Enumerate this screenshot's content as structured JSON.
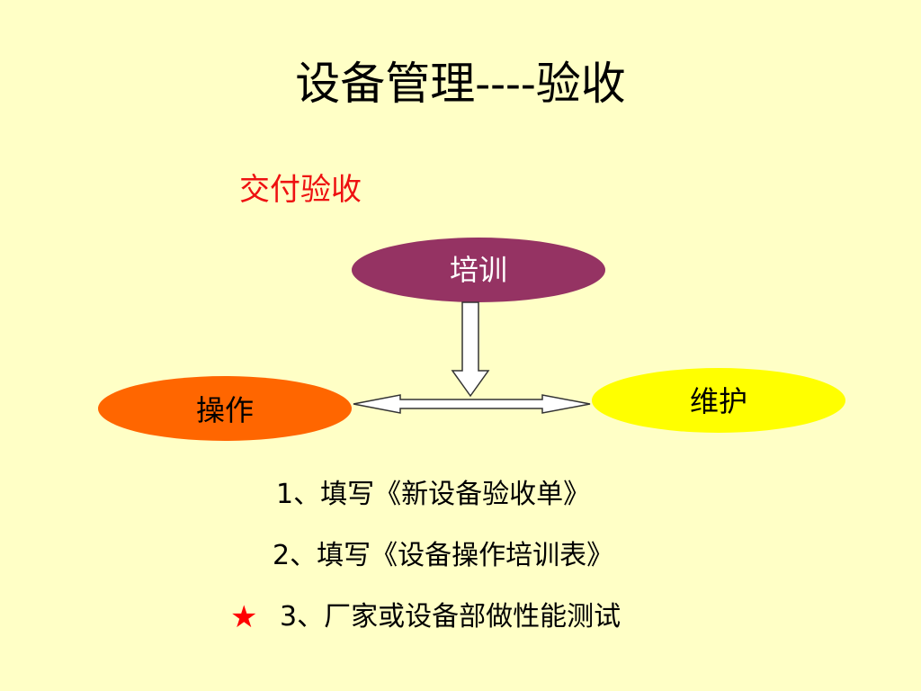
{
  "slide": {
    "title": "设备管理----验收",
    "subtitle": "交付验收"
  },
  "diagram": {
    "nodes": {
      "training": {
        "label": "培训",
        "fill": "#953363",
        "text_color": "#ffffff"
      },
      "operation": {
        "label": "操作",
        "fill": "#ff6600",
        "text_color": "#000000"
      },
      "maintenance": {
        "label": "维护",
        "fill": "#ffff00",
        "text_color": "#000000"
      }
    },
    "arrow_color": "#ffffff",
    "arrow_stroke": "#333333"
  },
  "steps": [
    {
      "text": "1、填写《新设备验收单》"
    },
    {
      "text": "2、填写《设备操作培训表》"
    },
    {
      "text": "3、厂家或设备部做性能测试",
      "marker": "★"
    }
  ]
}
